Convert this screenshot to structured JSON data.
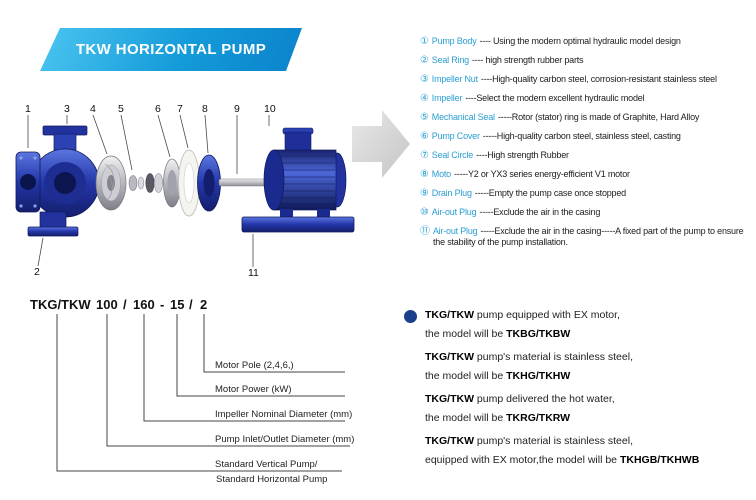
{
  "colors": {
    "banner_blue": "#149bd9",
    "part_label_blue": "#2a9ed2",
    "pump_blue": "#2336a8",
    "bullet_navy": "#1c3f8c",
    "arrow_gray": "#d7d7d7"
  },
  "banner": {
    "title": "TKW HORIZONTAL PUMP"
  },
  "diagram": {
    "callouts": [
      "1",
      "3",
      "4",
      "5",
      "6",
      "7",
      "8",
      "9",
      "10",
      "2",
      "11"
    ]
  },
  "parts_list": [
    {
      "num": "①",
      "name": "Pump Body",
      "desc": "---- Using the modern optimal hydraulic model design"
    },
    {
      "num": "②",
      "name": "Seal Ring",
      "desc": "---- high strength rubber parts"
    },
    {
      "num": "③",
      "name": "Impeller Nut",
      "desc": "----High-quality carbon steel, corrosion-resistant stainless steel"
    },
    {
      "num": "④",
      "name": "Impeller",
      "desc": "----Select the modern excellent hydraulic model"
    },
    {
      "num": "⑤",
      "name": "Mechanical Seal",
      "desc": "-----Rotor (stator) ring is made of Graphite, Hard Alloy"
    },
    {
      "num": "⑥",
      "name": "Pump Cover",
      "desc": "-----High-quality carbon steel, stainless steel, casting"
    },
    {
      "num": "⑦",
      "name": "Seal Circle",
      "desc": "----High strength Rubber"
    },
    {
      "num": "⑧",
      "name": "Moto",
      "desc": "-----Y2 or YX3 series energy-efficient V1 motor"
    },
    {
      "num": "⑨",
      "name": "Drain Plug",
      "desc": "-----Empty the pump case once stopped"
    },
    {
      "num": "⑩",
      "name": "Air-out Plug",
      "desc": "-----Exclude the air in the casing"
    },
    {
      "num": "⑪",
      "name": "Air-out Plug",
      "desc": "-----Exclude the air in the casing-----A fixed part of the pump to ensure the stability of the pump installation."
    }
  ],
  "model_code": {
    "tokens": [
      "TKG/TKW",
      "100",
      "/",
      "160",
      "-",
      "15",
      "/",
      "2"
    ],
    "labels": [
      "Motor Pole (2,4,6,)",
      "Motor Power  (kW)",
      "Impeller Nominal Diameter (mm)",
      "Pump Inlet/Outlet Diameter (mm)",
      "Standard Vertical Pump/",
      "Standard  Horizontal Pump"
    ]
  },
  "notes": [
    {
      "b1": "TKG/TKW",
      "r1": " pump equipped with EX motor,",
      "r2": "the model will be ",
      "b2": "TKBG/TKBW"
    },
    {
      "b1": "TKG/TKW",
      "r1": " pump's material is stainless steel,",
      "r2": "the model will be ",
      "b2": "TKHG/TKHW"
    },
    {
      "b1": "TKG/TKW",
      "r1": " pump delivered the hot water,",
      "r2": "the model will be ",
      "b2": "TKRG/TKRW"
    },
    {
      "b1": "TKG/TKW",
      "r1": " pump's material is stainless steel,",
      "r2": "equipped with EX motor,the model will be ",
      "b2": "TKHGB/TKHWB"
    }
  ]
}
